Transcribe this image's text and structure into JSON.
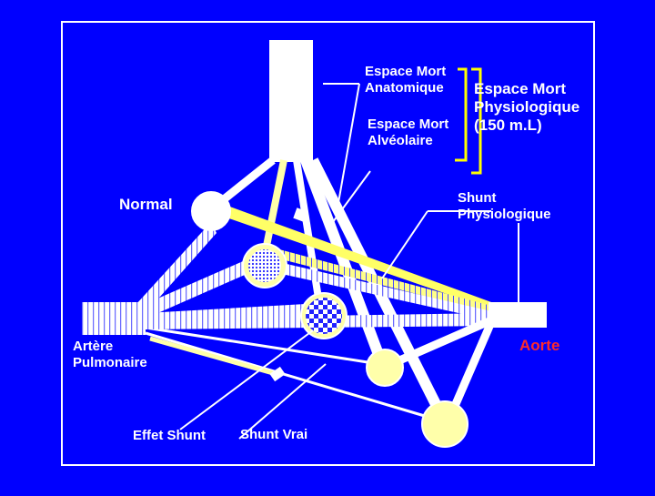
{
  "labels": {
    "espace_mort_anatomique": [
      "Espace Mort",
      "Anatomique"
    ],
    "espace_mort_physiologique": [
      "Espace Mort",
      "Physiologique",
      "(150 m.L)"
    ],
    "espace_mort_alveolaire": [
      "Espace Mort",
      "Alvéolaire"
    ],
    "normal": "Normal",
    "shunt_physiologique": [
      "Shunt",
      "Physiologique"
    ],
    "artere_pulmonaire": [
      "Artère",
      "Pulmonaire"
    ],
    "aorte": "Aorte",
    "effet_shunt": "Effet Shunt",
    "shunt_vrai": "Shunt Vrai"
  },
  "colors": {
    "background": "#0000ff",
    "frame": "#ffffff",
    "vessel_white": "#ffffff",
    "vessel_yellow": "#ffff66",
    "pointer_line": "#ffffff",
    "bracket": "#ffff00",
    "aorte_label": "#ff2a2a"
  }
}
